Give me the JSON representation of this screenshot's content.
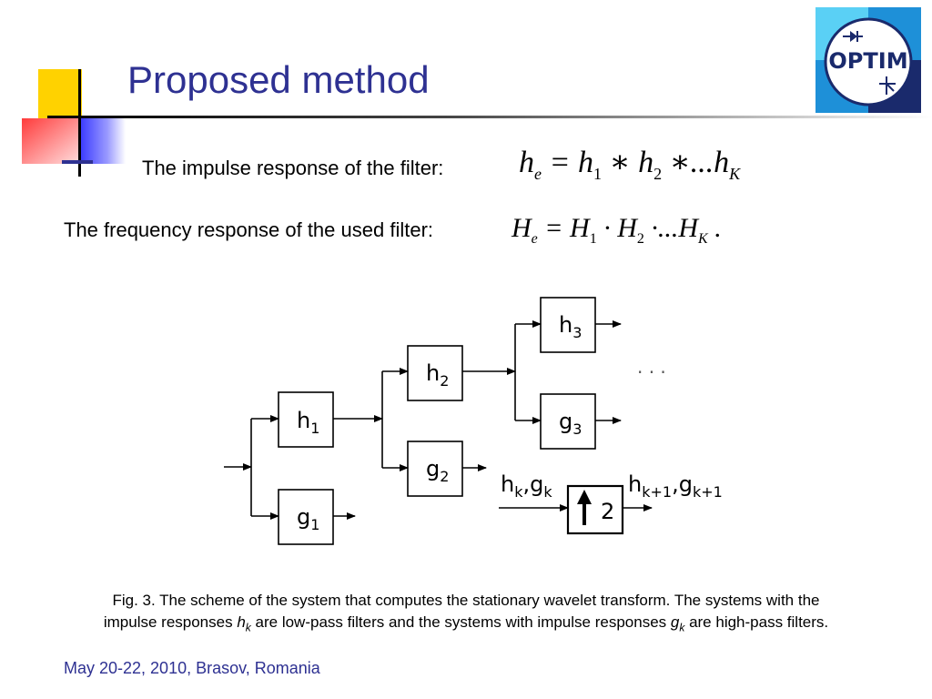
{
  "header": {
    "title": "Proposed method"
  },
  "equations": {
    "impulse_label": "The impulse response of the filter:",
    "frequency_label": "The frequency response of the used filter:"
  },
  "figure": {
    "blocks": [
      "h1",
      "g1",
      "h2",
      "g2",
      "h3",
      "g3"
    ],
    "continuation": ". . .",
    "upsampler_factor": "2",
    "upsampler_inputs": "h_k, g_k",
    "upsampler_outputs": "h_{k+1}, g_{k+1}"
  },
  "caption": {
    "part1": "Fig. 3. The scheme of the system that computes the stationary wavelet transform. The systems with the impulse responses ",
    "sym1": "h",
    "sub1": "k",
    "part2": " are low-pass filters and the systems with impulse responses ",
    "sym2": "g",
    "sub2": "k",
    "part3": " are high-pass filters."
  },
  "footer": {
    "text": "May 20-22, 2010, Brasov, Romania"
  },
  "logo": {
    "text": "OPTIM"
  },
  "colors": {
    "title": "#2e3192",
    "footer": "#2e3192",
    "logo_bg": "#1e90d8",
    "logo_dark": "#1a2a6c",
    "logo_light": "#5ad0f5"
  }
}
